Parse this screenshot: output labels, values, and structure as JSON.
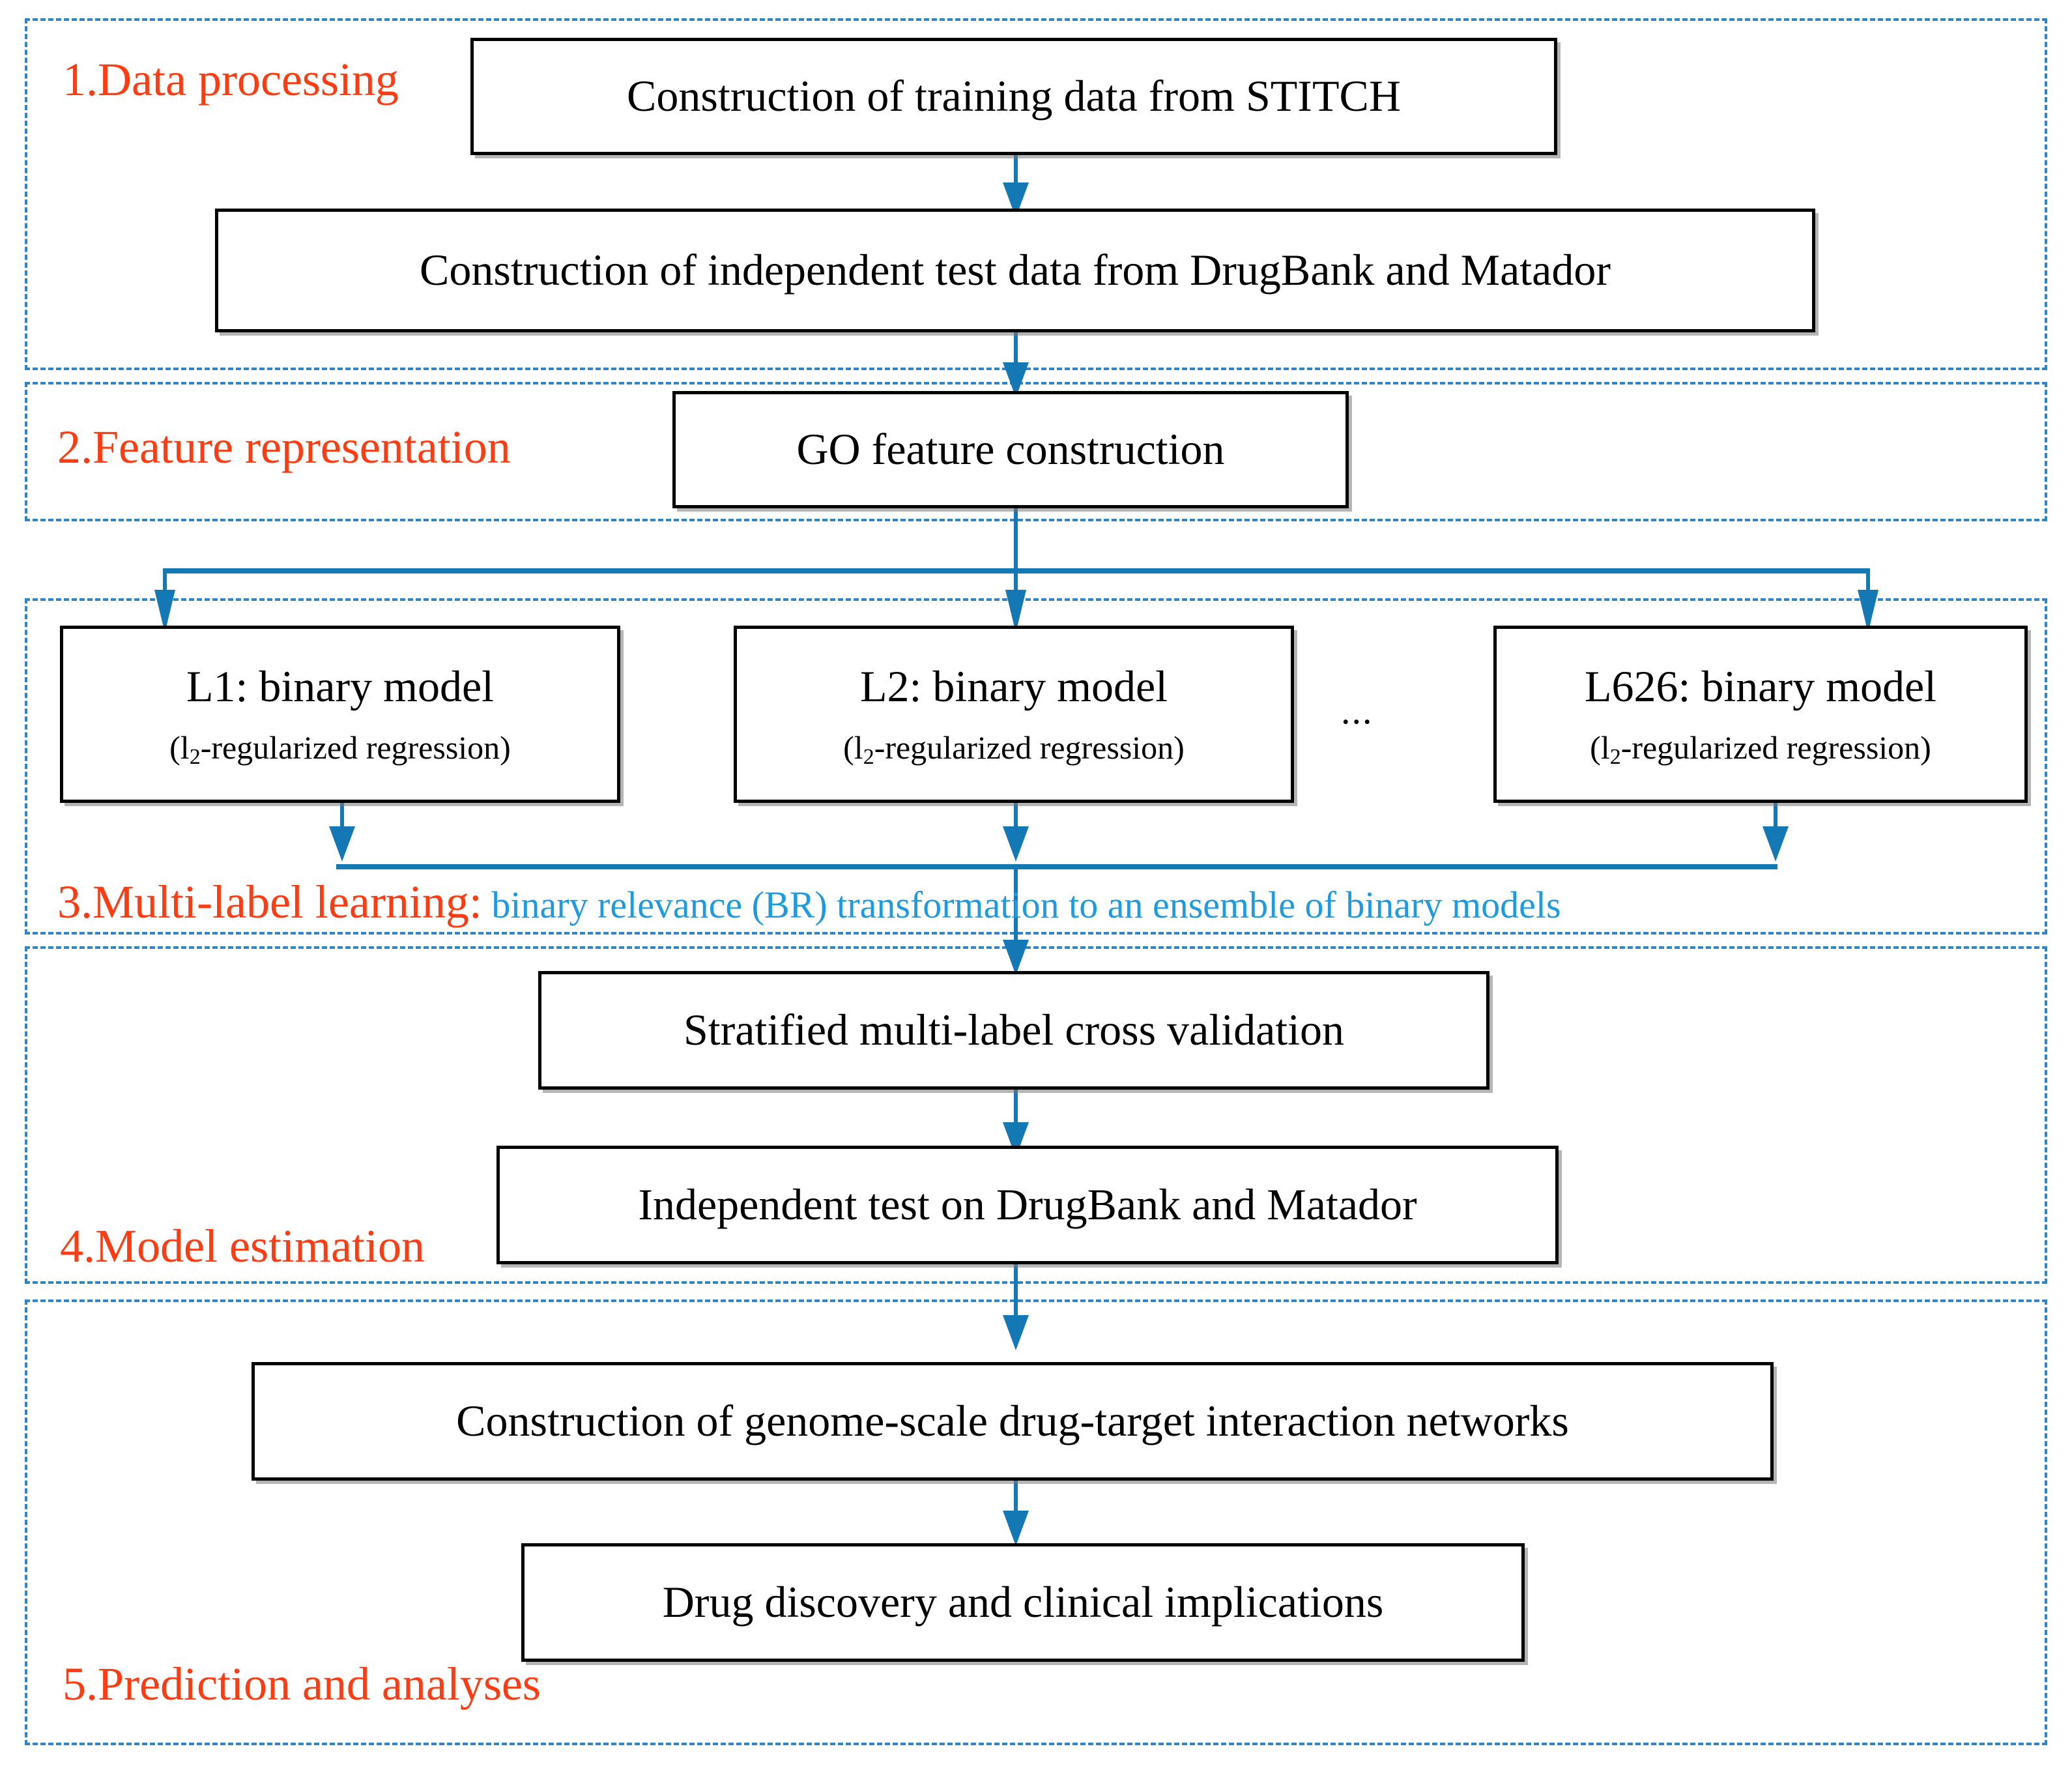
{
  "figure": {
    "type": "flowchart",
    "title": "Multi-label drug-target interaction prediction workflow",
    "accent_red": "#FF3B11",
    "accent_blue": "#1478B4",
    "label_blue": "#1E9BE0",
    "box_border": "#000000",
    "background": "#FFFFFF"
  },
  "sections": [
    {
      "id": "s1",
      "label": "1.Data processing"
    },
    {
      "id": "s2",
      "label": "2.Feature representation"
    },
    {
      "id": "s3",
      "label": "3.Multi-label learning:",
      "sublabel": " binary relevance (BR) transformation to an ensemble of binary models"
    },
    {
      "id": "s4",
      "label": "4.Model estimation"
    },
    {
      "id": "s5",
      "label": "5.Prediction and analyses"
    }
  ],
  "boxes": {
    "training_data": {
      "line1": "Construction of training data from STITCH"
    },
    "test_data": {
      "line1": "Construction of independent test data from DrugBank and Matador"
    },
    "go_feature": {
      "line1": "GO feature construction"
    },
    "model_l1": {
      "line1": "L1: binary model",
      "line2_pre": "(l",
      "line2_sub": "2",
      "line2_post": "-regularized regression)"
    },
    "model_l2": {
      "line1": "L2: binary model",
      "line2_pre": "(l",
      "line2_sub": "2",
      "line2_post": "-regularized regression)"
    },
    "model_l626": {
      "line1": "L626: binary model",
      "line2_pre": "(l",
      "line2_sub": "2",
      "line2_post": "-regularized regression)"
    },
    "cross_validation": {
      "line1": "Stratified multi-label cross validation"
    },
    "independent_test": {
      "line1": "Independent test on DrugBank and Matador"
    },
    "network_construction": {
      "line1": "Construction of genome-scale drug-target interaction networks"
    },
    "drug_discovery": {
      "line1": "Drug discovery and clinical implications"
    }
  },
  "ellipsis": {
    "text": "..."
  }
}
